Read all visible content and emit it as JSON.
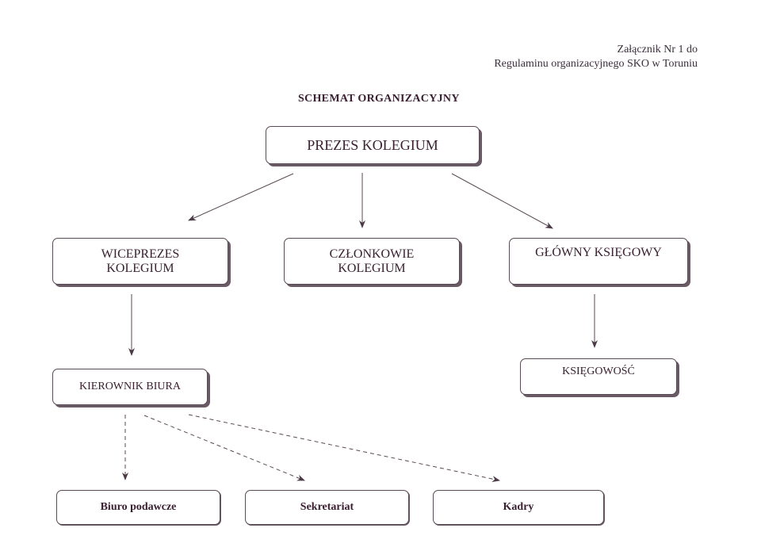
{
  "annex": {
    "line1": "Załącznik Nr 1 do",
    "line2": "Regulaminu organizacyjnego SKO w Toruniu"
  },
  "title": "SCHEMAT ORGANIZACYJNY",
  "boxes": {
    "prezes": "PREZES KOLEGIUM",
    "wiceprezes": {
      "line1": "WICEPREZES",
      "line2": "KOLEGIUM"
    },
    "czlonkowie": {
      "line1": "CZŁONKOWIE",
      "line2": "KOLEGIUM"
    },
    "glowny_ksiegowy": "GŁÓWNY KSIĘGOWY",
    "kierownik_biura": "KIEROWNIK BIURA",
    "ksiegowosc": "KSIĘGOWOŚĆ",
    "biuro_podawcze": "Biuro podawcze",
    "sekretariat": "Sekretariat",
    "kadry": "Kadry"
  },
  "colors": {
    "ink": "#3a2030",
    "border": "#5a4a55"
  }
}
